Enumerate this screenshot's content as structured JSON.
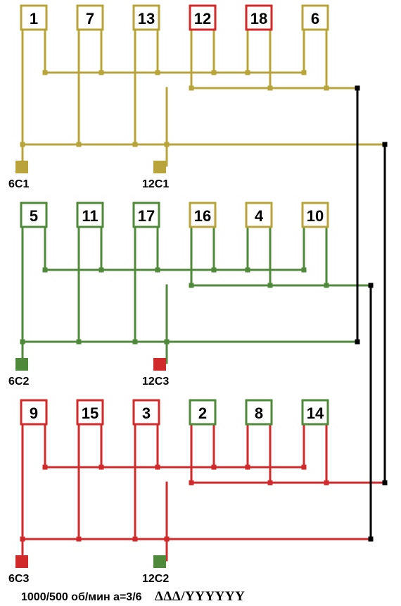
{
  "colors": {
    "gold": "#b8a43a",
    "green": "#4f8a3a",
    "red": "#d12a2a",
    "black": "#000000"
  },
  "groups": [
    {
      "id": "group-1",
      "coils": [
        {
          "label": "1",
          "color": "gold"
        },
        {
          "label": "7",
          "color": "gold"
        },
        {
          "label": "13",
          "color": "gold"
        },
        {
          "label": "12",
          "color": "red"
        },
        {
          "label": "18",
          "color": "red"
        },
        {
          "label": "6",
          "color": "gold"
        }
      ],
      "wire_color": "gold",
      "terminals": [
        {
          "label": "6C1",
          "color": "gold"
        },
        {
          "label": "12C1",
          "color": "gold"
        }
      ]
    },
    {
      "id": "group-2",
      "coils": [
        {
          "label": "5",
          "color": "green"
        },
        {
          "label": "11",
          "color": "green"
        },
        {
          "label": "17",
          "color": "green"
        },
        {
          "label": "16",
          "color": "gold"
        },
        {
          "label": "4",
          "color": "gold"
        },
        {
          "label": "10",
          "color": "gold"
        }
      ],
      "wire_color": "green",
      "terminals": [
        {
          "label": "6C2",
          "color": "green"
        },
        {
          "label": "12C3",
          "color": "red"
        }
      ]
    },
    {
      "id": "group-3",
      "coils": [
        {
          "label": "9",
          "color": "red"
        },
        {
          "label": "15",
          "color": "red"
        },
        {
          "label": "3",
          "color": "red"
        },
        {
          "label": "2",
          "color": "green"
        },
        {
          "label": "8",
          "color": "green"
        },
        {
          "label": "14",
          "color": "green"
        }
      ],
      "wire_color": "red",
      "terminals": [
        {
          "label": "6C3",
          "color": "red"
        },
        {
          "label": "12C2",
          "color": "green"
        }
      ]
    }
  ],
  "caption": {
    "speed_text": "1000/500 об/мин a=3/6",
    "scheme_text": "ΔΔΔ/YYYYYY"
  }
}
